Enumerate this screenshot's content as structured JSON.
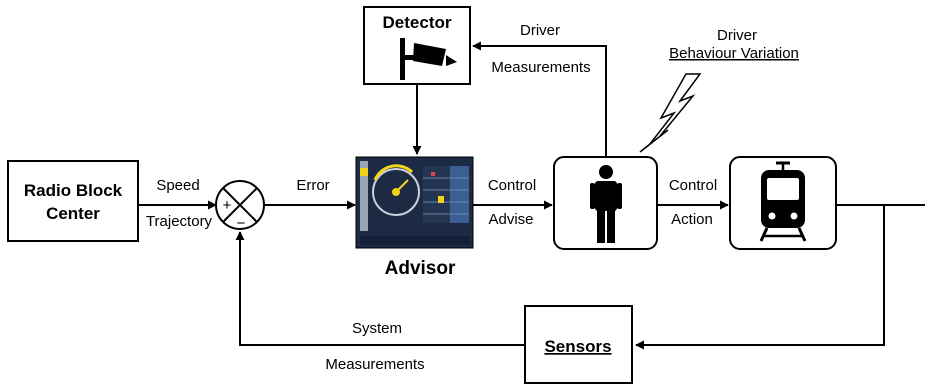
{
  "blocks": {
    "radio_block_center": {
      "line1": "Radio Block",
      "line2": "Center"
    },
    "detector": {
      "title": "Detector",
      "icon": "cctv-camera-icon"
    },
    "advisor": {
      "title": "Advisor",
      "icon": "speed-display-screen"
    },
    "driver": {
      "icon": "person-icon"
    },
    "train": {
      "icon": "train-icon"
    },
    "sensors": {
      "title": "Sensors"
    }
  },
  "summing_junction": {
    "plus": "+",
    "minus": "−"
  },
  "signals": {
    "speed": "Speed",
    "trajectory": "Trajectory",
    "error": "Error",
    "control_advise_1": "Control",
    "control_advise_2": "Advise",
    "control_action_1": "Control",
    "control_action_2": "Action",
    "driver_meas_1": "Driver",
    "driver_meas_2": "Measurements",
    "variation_1": "Driver",
    "variation_2": "Behaviour Variation",
    "system_meas_1": "System",
    "system_meas_2": "Measurements"
  },
  "colors": {
    "line": "#000000",
    "screen_bg": "#1c2a44",
    "gauge_accent": "#f2d21b",
    "panel_blue": "#3b5f93"
  }
}
